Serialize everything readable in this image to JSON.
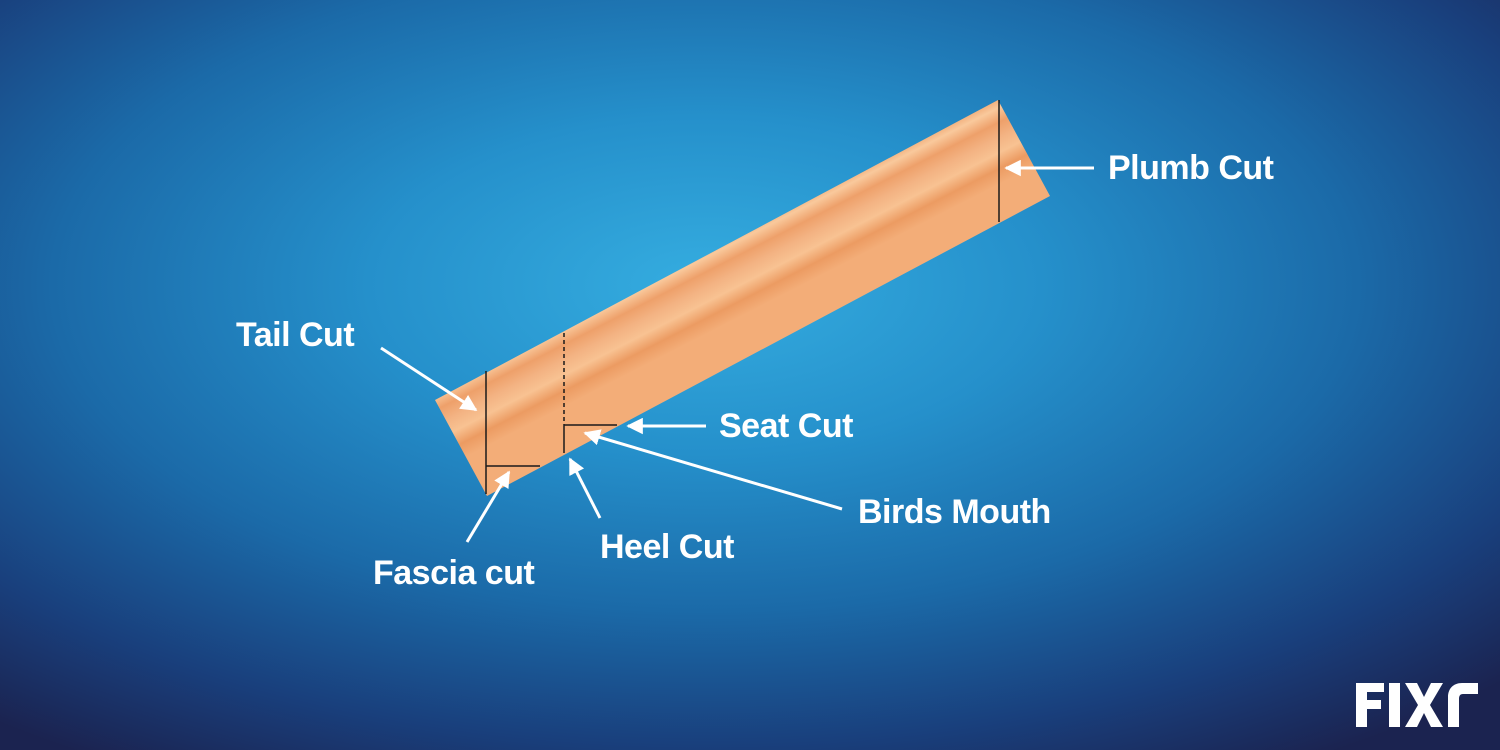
{
  "diagram": {
    "labels": {
      "plumb_cut": "Plumb Cut",
      "tail_cut": "Tail Cut",
      "seat_cut": "Seat Cut",
      "birds_mouth": "Birds Mouth",
      "heel_cut": "Heel Cut",
      "fascia_cut": "Fascia cut"
    }
  },
  "brand": {
    "logo_text": "FIXR",
    "logo_color": "#ffffff"
  },
  "colors": {
    "rafter_light": "#f9c496",
    "rafter_mid": "#f3aa74",
    "rafter_dark": "#e99358",
    "arrow": "#ffffff",
    "cut_line": "#1a1a1a"
  }
}
